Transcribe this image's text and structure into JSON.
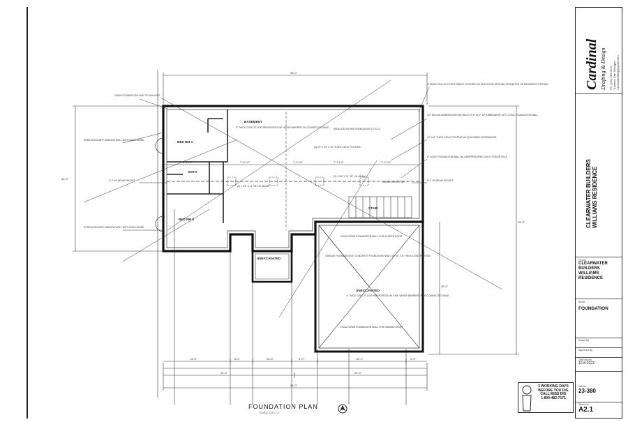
{
  "sheet": {
    "plan_title": "FOUNDATION PLAN",
    "plan_scale": "SCALE: 1/4\"=1'-0\""
  },
  "title_block": {
    "firm_name": "Cardinal",
    "firm_tagline": "Drafting & Design",
    "firm_address_1": "Ph: (231) 555-0170",
    "firm_address_2": "Traverse City, Michigan",
    "firm_email": "cardinaldrafting@gmail.com",
    "project_vertical_line1": "CLEARWATER BUILDERS",
    "project_vertical_line2": "WILLIAMS RESIDENCE",
    "project_label": "Project",
    "project_line1": "CLEARWATER",
    "project_line2": "BUILDERS",
    "project_line3": "WILLIAMS",
    "project_line4": "RESIDENCE",
    "sheet_label": "Sheet",
    "sheet_name": "FOUNDATION",
    "drawn_label": "Drawn By",
    "approved_label": "Approved By",
    "date_label": "Date Issued",
    "date_value": "10-8-2023",
    "job_label": "Job No.",
    "job_number": "23-380",
    "sheet_no_label": "Sheet No.",
    "sheet_number": "A2.1"
  },
  "miss_dig": {
    "line1": "3 WORKING DAYS",
    "line2": "BEFORE YOU DIG",
    "line3": "CALL MISS DIG",
    "line4": "1-800-482-7171"
  },
  "rooms": {
    "basement": "BASEMENT",
    "bed1": "BED RM 4",
    "bed2": "BED RM 5",
    "bath": "BATH",
    "unexcavated_1": "UNEXCAVATED",
    "unexcavated_2": "UNEXCAVATED",
    "stair": "STAIR"
  },
  "notes": {
    "drain_line": "DRAIN FOUNDATION LINE TO DAYLIGHT",
    "egress_1": "EGRESS ESCAPE WINDOW WELL WITH ENCLOSURE",
    "egress_2": "EGRESS ESCAPE WINDOW WELL WITH ENCLOSURE",
    "drain_tile": "4\" DRAIN TILE W/ FILTER FABRIC COVERED W/ PEA STONE AROUND PERIMETER OF BASEMENT FOOTING",
    "anchor_bolts": "1/2\" DIA GALVANIZED ANCHOR BOLTS X 8\" W/ 2\" OF EMBEDMENT INTO CONC FOUNDATION WALL",
    "footing": "16\" X 8\" THICK CONC FOOTING W/ (2) #4 BARS CONTINUOUS",
    "conc_wall": "8\" CONC FOUNDATION WALL W/ DAMPPROOFING ON EXTERIOR FACE",
    "beam_pocket_1": "8\" X 16\" BEAM POCKET",
    "beam_pocket_2": "8\" X 16\" BEAM POCKET",
    "slab": "4\" THICK CONC FLOOR REINFORCED W/ VAPOR BARRIER ON COMPACTED SAND",
    "insulate": "INSULATE ENTIRE FOUNDATION TO R-10",
    "smoke": "SMOKE DETECTOR",
    "garage_fdn": "GARAGE FOUNDATION 8\" CONCRETE FOUNDATION WALL W/ 16\" X 8\" THICK CONC FOOTING",
    "hold_down_1": "HOLD DOWN FOUNDATION WALL FOR ACCESS DOOR",
    "hold_down_2": "HOLD DOWN FOUNDATION WALL FOR GARAGE DOOR",
    "unexc_note": "4\" THICK CONC FLOOR REINFORCED W/ 6 MIL VAPOR BARRIER OVER COMPACTED SAND",
    "lvl_beam_1": "(2) 1 3/4\" X 11 7/8\" LVL BEAM",
    "lvl_beam_2": "(2) 1 3/4\" X 11 7/8\" LVL BEAM",
    "footing_pad": "(3) 24\" X 24\" X 12\" THICK CONC FOOTING"
  },
  "dims": {
    "overall_top": "56'-0\"",
    "overall_bottom": "56'-0\"",
    "left_height": "32'-0\"",
    "right_height": "58'-0\"",
    "right_lower": "26'-0\"",
    "bot_1": "14'-0\"",
    "bot_2": "8'-0\"",
    "bot_3": "10'-0\"",
    "bot_4": "3'-0\"",
    "bot_5": "16'-1\"",
    "bot_6": "2'-0\"",
    "bot_sub_1": "24'-0\"",
    "bot_sub_2": "24'-0\"",
    "mid_1": "8'-4 1/2\"",
    "mid_2": "7'-0 1/2\"",
    "mid_3": "7'-3 1/2\"",
    "mid_4": "7'-3 1/2\"",
    "mid_5": "7'-3 1/2\""
  }
}
